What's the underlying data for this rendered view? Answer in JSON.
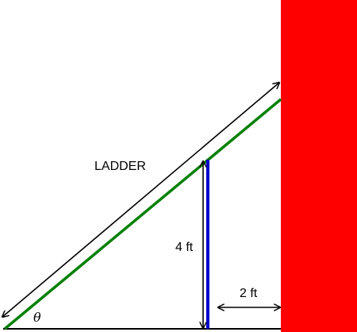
{
  "labels": {
    "ladder": "LADDER",
    "height": "4 ft",
    "distance": "2 ft",
    "angle": "θ"
  },
  "colors": {
    "wall": "#ff0000",
    "ladder": "#008000",
    "fence": "#0000cc",
    "arrows": "#000000",
    "ground": "#000000"
  }
}
